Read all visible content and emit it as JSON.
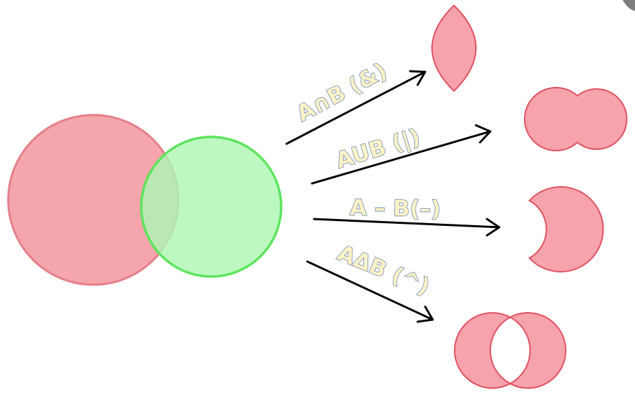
{
  "venn": {
    "set_a_color": "#f4a0a8",
    "set_b_color": "#abf7b1"
  },
  "operations": [
    {
      "id": "intersection",
      "label": "A∩B (&)"
    },
    {
      "id": "union",
      "label": "AUB (|)"
    },
    {
      "id": "difference",
      "label": "A – B(–)"
    },
    {
      "id": "symmetric-difference",
      "label": "AΔB (^)"
    }
  ],
  "colors": {
    "result_fill": "#f6a3ab",
    "result_stroke": "#e0505f",
    "arrow": "#000000"
  }
}
